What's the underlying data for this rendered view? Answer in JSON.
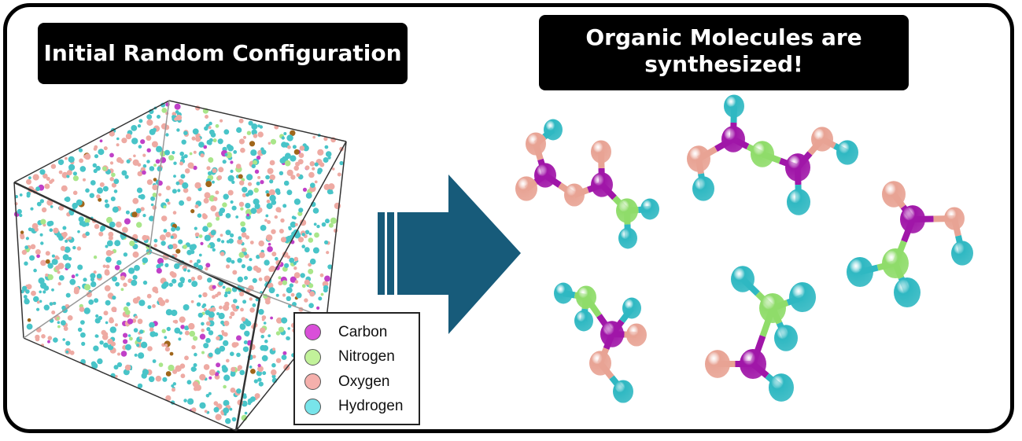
{
  "left_title": "Initial Random Configuration",
  "right_title_line1": "Organic Molecules are",
  "right_title_line2": "synthesized!",
  "legend": [
    {
      "label": "Carbon",
      "color": "#d94fd9"
    },
    {
      "label": "Nitrogen",
      "color": "#c2f29a"
    },
    {
      "label": "Oxygen",
      "color": "#f5b0ac"
    },
    {
      "label": "Hydrogen",
      "color": "#78e4ea"
    }
  ],
  "colors": {
    "arrow": "#175b7a",
    "carbon": "#a016a8",
    "nitrogen": "#8fdc6a",
    "oxygen": "#e8a394",
    "hydrogen": "#2fb8c2"
  }
}
